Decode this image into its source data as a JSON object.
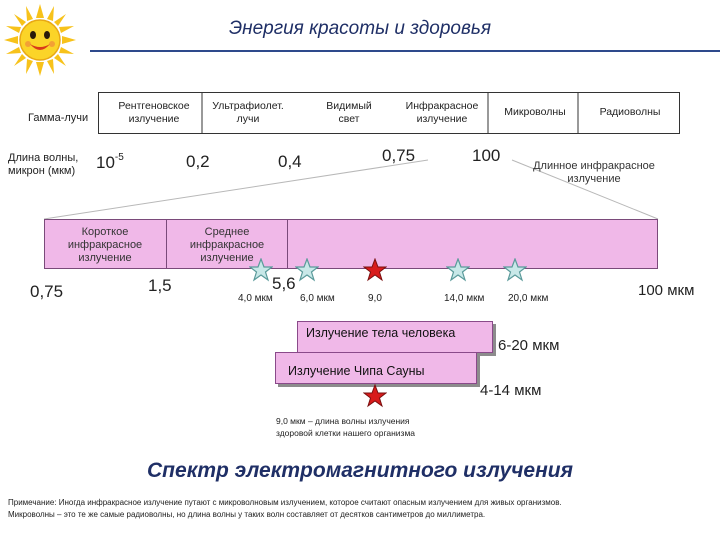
{
  "title": "Энергия красоты и здоровья",
  "spectrum_labels": {
    "gamma": "Гамма-лучи",
    "xray_1": "Рентгеновское",
    "xray_2": "излучение",
    "uv_1": "Ультрафиолет.",
    "uv_2": "лучи",
    "visible_1": "Видимый",
    "visible_2": "свет",
    "ir_1": "Инфракрасное",
    "ir_2": "излучение",
    "micro": "Микроволны",
    "radio": "Радиоволны"
  },
  "wavelength_label_1": "Длина волны,",
  "wavelength_label_2": "микрон (мкм)",
  "wavelengths": {
    "w1_base": "10",
    "w1_exp": "-5",
    "w2": "0,2",
    "w3": "0,4",
    "w4": "0,75",
    "w5": "100"
  },
  "long_ir_1": "Длинное инфракрасное",
  "long_ir_2": "излучение",
  "short_ir_1": "Короткое",
  "short_ir_2": "инфракрасное",
  "short_ir_3": "излучение",
  "mid_ir_1": "Среднее",
  "mid_ir_2": "инфракрасное",
  "mid_ir_3": "излучение",
  "ir_scale": {
    "s1": "0,75",
    "s2": "1,5",
    "s3": "5,6",
    "s4": "100 мкм"
  },
  "markers": {
    "m1": "4,0 мкм",
    "m2": "6,0 мкм",
    "m3": "9,0",
    "m4": "14,0 мкм",
    "m5": "20,0 мкм"
  },
  "body_box": "Излучение тела человека",
  "body_range": "6-20 мкм",
  "sauna_box": "Излучение Чипа Сауны",
  "sauna_range": "4-14 мкм",
  "footnote_1": "9,0 мкм – длина волны излучения",
  "footnote_2": "здоровой клетки нашего организма",
  "main_title": "Спектр электромагнитного излучения",
  "note_1": "Примечание: Иногда инфракрасное излучение путают с микроволновым излучением, которое считают опасным излучением для живых организмов.",
  "note_2": "Микроволны – это те же самые радиоволны, но длина волны у таких волн составляет от десятков сантиметров до миллиметра.",
  "colors": {
    "pink": "#f0b8e8",
    "title_blue": "#1f2f66",
    "red_star": "#d81b1b",
    "teal_star": "#8fc3c3"
  }
}
